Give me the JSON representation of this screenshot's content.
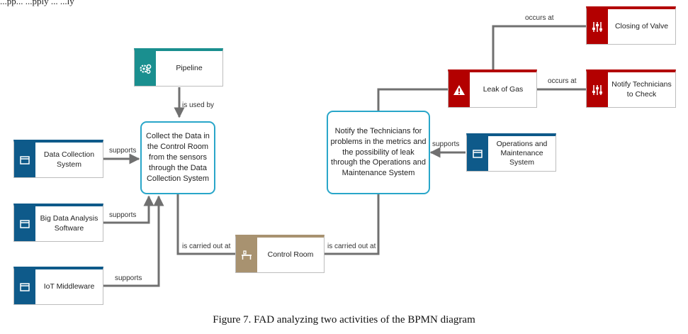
{
  "top_text": "...pp... ...pply ... ...ly",
  "nodes": {
    "pipeline": "Pipeline",
    "data_collection": "Data Collection System",
    "big_data": "Big Data Analysis Software",
    "iot": "IoT Middleware",
    "control_room": "Control Room",
    "leak": "Leak of Gas",
    "closing_valve": "Closing of Valve",
    "notify_check": "Notify Technicians to Check",
    "ops_maint": "Operations and Maintenance System"
  },
  "activities": {
    "collect": "Collect the Data in the Control Room from the sensors through the Data Collection System",
    "notify": "Notify the Technicians for problems in the metrics and the possibility of leak through the Operations and Maintenance System"
  },
  "edges": {
    "is_used_by": "is used by",
    "supports_1": "supports",
    "supports_2": "supports",
    "supports_3": "supports",
    "supports_4": "supports",
    "carried_out_1": "is carried out at",
    "carried_out_2": "is carried out at",
    "occurs_at_1": "occurs at",
    "occurs_at_2": "occurs at"
  },
  "icons": {
    "application": "application-window-icon",
    "infrastructure": "gear-cluster-icon",
    "location": "desk-location-icon",
    "event": "warning-triangle-icon",
    "process": "slider-controls-icon"
  },
  "colors": {
    "application": "#0e5a8a",
    "infrastructure": "#1a8f8f",
    "location": "#a89270",
    "event": "#b30000",
    "activity_border": "#29a6c9",
    "connector": "#707070"
  },
  "caption": "Figure 7. FAD analyzing two activities of the BPMN diagram"
}
